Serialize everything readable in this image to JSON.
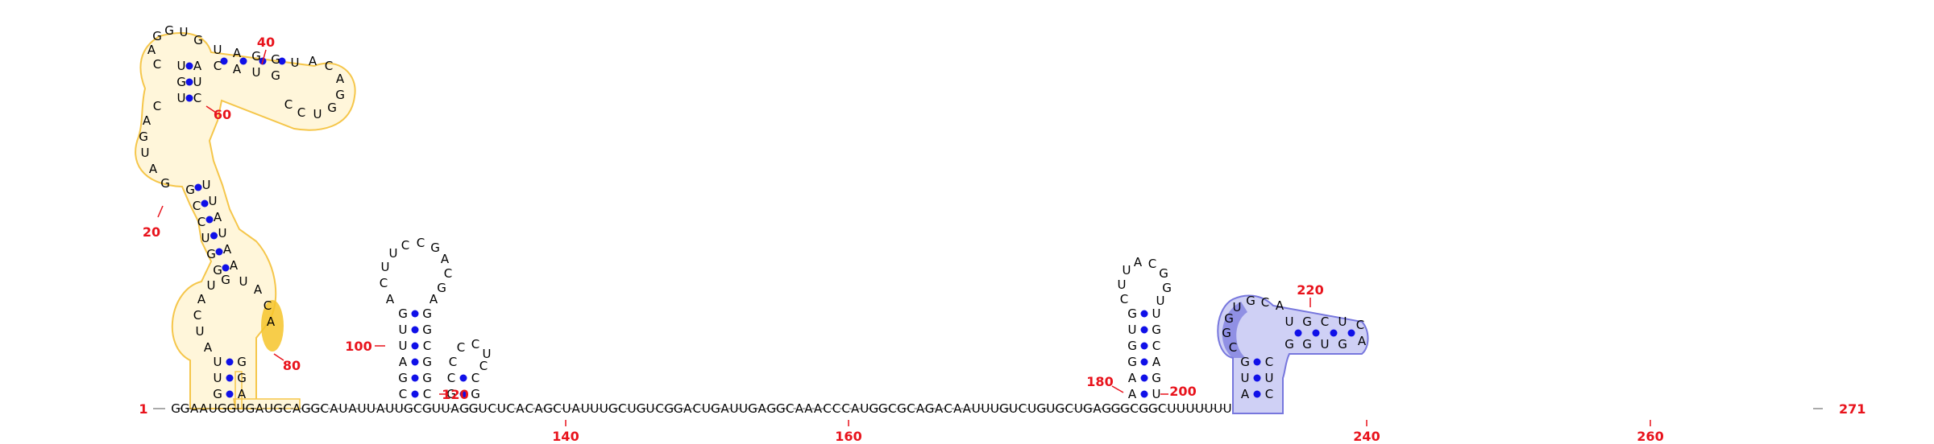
{
  "diagram": {
    "sequence": "GGAAUGGUGAUGCAGGCAUAUUAUUGCGUUAGGUCUCACAGCUAUUUGCUGUCGGACUGAUUGAGGCAAACCCAUGGCGCAGACAAUUUGUCUGUGCUGAGGGCGGCUUUUUUU",
    "end_label": "271",
    "colors": {
      "pair_dot": "#1010e8",
      "number_label": "#e8131c",
      "yellow_outline": "#f5c64a",
      "yellow_fill": "#fff6da",
      "yellow_strong": "#f6c42a",
      "blue_outline": "#7777dd",
      "blue_fill": "#cfd0f5",
      "blue_strong": "#7f80e0"
    },
    "bottom_labels": [
      "140",
      "160",
      "240",
      "260"
    ],
    "stem_labels": [
      "20",
      "40",
      "60",
      "80",
      "100",
      "120",
      "180",
      "200",
      "220"
    ],
    "start_label": "1",
    "stem_a_letters": [
      "G",
      "U",
      "U",
      "A",
      "G",
      "G",
      "A",
      "U",
      "C",
      "A",
      "U",
      "G",
      "U",
      "A",
      "C",
      "A",
      "G",
      "G",
      "U",
      "C",
      "C",
      "G",
      "A",
      "A",
      "U",
      "A",
      "U",
      "U",
      "G",
      "A",
      "U",
      "G",
      "A",
      "C",
      "U",
      "G",
      "U",
      "C",
      "U",
      "A",
      "C",
      "A",
      "G",
      "G",
      "U",
      "G",
      "G",
      "U"
    ],
    "stem_b_letters": [
      "C",
      "G",
      "A",
      "U",
      "U",
      "G",
      "C",
      "G",
      "G",
      "C",
      "G",
      "G",
      "A",
      "C",
      "U",
      "U",
      "C",
      "C",
      "G",
      "A",
      "C",
      "G",
      "A",
      "G",
      "G",
      "C",
      "G",
      "C",
      "C",
      "C",
      "U",
      "C"
    ],
    "stem_c_letters": [
      "A",
      "A",
      "G",
      "G",
      "U",
      "G",
      "U",
      "G",
      "A",
      "C",
      "G",
      "U",
      "C",
      "U",
      "U",
      "A",
      "C",
      "G",
      "G",
      "U",
      "G",
      "G"
    ],
    "stem_d_letters": [
      "A",
      "U",
      "G",
      "C",
      "U",
      "C",
      "C",
      "G",
      "G",
      "U",
      "G",
      "C",
      "A",
      "U",
      "G",
      "C",
      "U",
      "G",
      "G",
      "U",
      "G",
      "C",
      "A",
      "G",
      "G",
      "C",
      "C"
    ]
  }
}
